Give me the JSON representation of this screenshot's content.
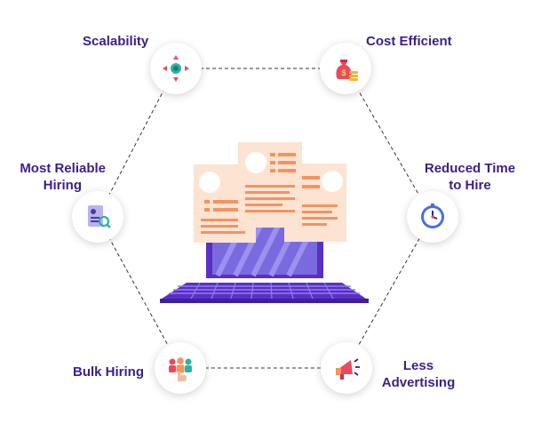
{
  "benefits": {
    "scalability": {
      "label": "Scalability",
      "icon": "scalability-arrows-icon"
    },
    "cost_efficient": {
      "label": "Cost Efficient",
      "icon": "money-bag-coins-icon"
    },
    "most_reliable_hiring": {
      "line1": "Most Reliable",
      "line2": "Hiring",
      "icon": "candidate-profile-search-icon"
    },
    "reduced_time_to_hire": {
      "line1": "Reduced Time",
      "line2": "to Hire",
      "icon": "clock-icon"
    },
    "bulk_hiring": {
      "label": "Bulk Hiring",
      "icon": "group-of-people-icon"
    },
    "less_advertising": {
      "line1": "Less",
      "line2": "Advertising",
      "icon": "megaphone-icon"
    }
  },
  "center_illustration": {
    "icon": "laptop-with-resumes-icon"
  },
  "colors": {
    "label_text": "#3b1f8a",
    "laptop_screen": "#7a6ae0",
    "laptop_body": "#5b2fc6",
    "resume_paper": "#fde3d2",
    "resume_lines": "#f6925f",
    "connector_line": "#333333"
  }
}
